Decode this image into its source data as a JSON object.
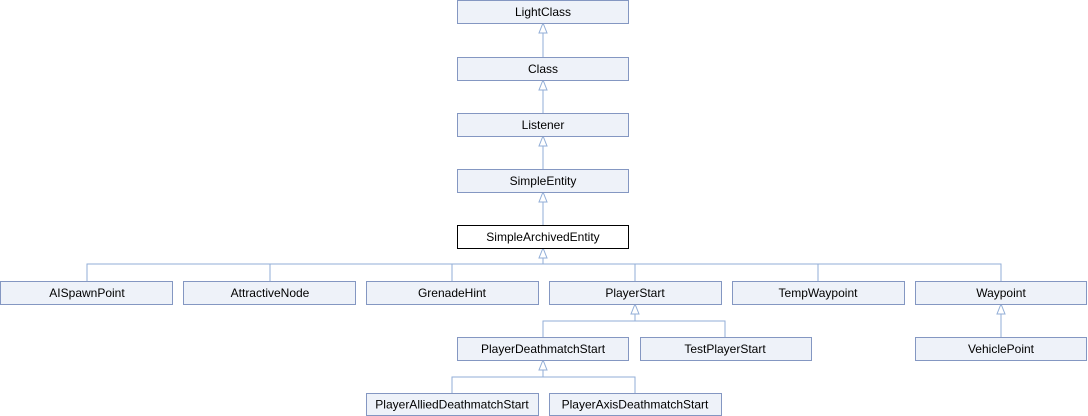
{
  "diagram": {
    "colors": {
      "node_fill": "#eef2f9",
      "node_border": "#8497c2",
      "focus_fill": "#ffffff",
      "focus_border": "#000000",
      "edge": "#92aed7"
    },
    "nodes": {
      "light_class": "LightClass",
      "class": "Class",
      "listener": "Listener",
      "simple_entity": "SimpleEntity",
      "simple_archived_entity": "SimpleArchivedEntity",
      "ai_spawn_point": "AISpawnPoint",
      "attractive_node": "AttractiveNode",
      "grenade_hint": "GrenadeHint",
      "player_start": "PlayerStart",
      "temp_waypoint": "TempWaypoint",
      "waypoint": "Waypoint",
      "player_deathmatch_start": "PlayerDeathmatchStart",
      "test_player_start": "TestPlayerStart",
      "vehicle_point": "VehiclePoint",
      "player_allied_deathmatch_start": "PlayerAlliedDeathmatchStart",
      "player_axis_deathmatch_start": "PlayerAxisDeathmatchStart"
    },
    "edges": [
      [
        "class",
        "light_class"
      ],
      [
        "listener",
        "class"
      ],
      [
        "simple_entity",
        "listener"
      ],
      [
        "simple_archived_entity",
        "simple_entity"
      ],
      [
        "ai_spawn_point",
        "simple_archived_entity"
      ],
      [
        "attractive_node",
        "simple_archived_entity"
      ],
      [
        "grenade_hint",
        "simple_archived_entity"
      ],
      [
        "player_start",
        "simple_archived_entity"
      ],
      [
        "temp_waypoint",
        "simple_archived_entity"
      ],
      [
        "waypoint",
        "simple_archived_entity"
      ],
      [
        "player_deathmatch_start",
        "player_start"
      ],
      [
        "test_player_start",
        "player_start"
      ],
      [
        "vehicle_point",
        "waypoint"
      ],
      [
        "player_allied_deathmatch_start",
        "player_deathmatch_start"
      ],
      [
        "player_axis_deathmatch_start",
        "player_deathmatch_start"
      ]
    ]
  }
}
